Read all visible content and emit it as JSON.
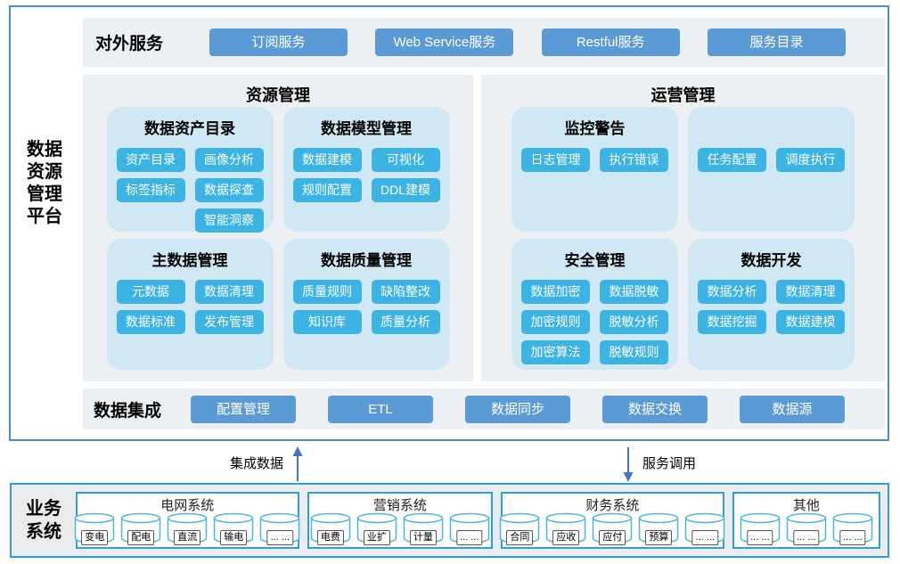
{
  "colors": {
    "outer_border": "#4a8fc7",
    "section_bg": "#edf0f2",
    "module_box_bg": "#cfe8f3",
    "primary_button": "#5b9bd5",
    "accent_button": "#3bb4e3",
    "business_border": "#2da0d8",
    "cylinder_stroke": "#45b8e2",
    "arrow": "#4472c4"
  },
  "platform": {
    "label": "数据资源管理平台",
    "label_lines": [
      "数据",
      "资源",
      "管理",
      "平台"
    ]
  },
  "external_services": {
    "label": "对外服务",
    "buttons": [
      "订阅服务",
      "Web Service服务",
      "Restful服务",
      "服务目录"
    ]
  },
  "resource_management": {
    "title": "资源管理",
    "boxes": [
      {
        "title": "数据资产目录",
        "buttons": [
          "资产目录",
          "画像分析",
          "标签指标",
          "数据探查",
          null,
          "智能洞察"
        ]
      },
      {
        "title": "数据模型管理",
        "buttons": [
          "数据建模",
          "可视化",
          "规则配置",
          "DDL建模"
        ]
      },
      {
        "title": "主数据管理",
        "buttons": [
          "元数据",
          "数据清理",
          "数据标准",
          "发布管理"
        ]
      },
      {
        "title": "数据质量管理",
        "buttons": [
          "质量规则",
          "缺陷整改",
          "知识库",
          "质量分析"
        ]
      }
    ]
  },
  "operation_management": {
    "title": "运营管理",
    "boxes": [
      {
        "title": "监控警告",
        "buttons": [
          "日志管理",
          "执行错误"
        ]
      },
      {
        "title": "",
        "buttons": [
          "任务配置",
          "调度执行"
        ]
      },
      {
        "title": "安全管理",
        "buttons": [
          "数据加密",
          "数据脱敏",
          "加密规则",
          "脱敏分析",
          "加密算法",
          "脱敏规则"
        ]
      },
      {
        "title": "数据开发",
        "buttons": [
          "数据分析",
          "数据清理",
          "数据挖掘",
          "数据建模"
        ]
      }
    ]
  },
  "data_integration": {
    "label": "数据集成",
    "buttons": [
      "配置管理",
      "ETL",
      "数据同步",
      "数据交换",
      "数据源"
    ]
  },
  "flows": {
    "up_label": "集成数据",
    "down_label": "服务调用"
  },
  "business_systems": {
    "label": "业务系统",
    "label_lines": [
      "业务",
      "系统"
    ],
    "groups": [
      {
        "title": "电网系统",
        "items": [
          "变电",
          "配电",
          "直流",
          "输电",
          "... ..."
        ]
      },
      {
        "title": "营销系统",
        "items": [
          "电费",
          "业扩",
          "计量",
          "... ..."
        ]
      },
      {
        "title": "财务系统",
        "items": [
          "合同",
          "应收",
          "应付",
          "预算",
          "... ..."
        ]
      },
      {
        "title": "其他",
        "items": [
          "... ...",
          "... ...",
          "... ..."
        ]
      }
    ]
  }
}
